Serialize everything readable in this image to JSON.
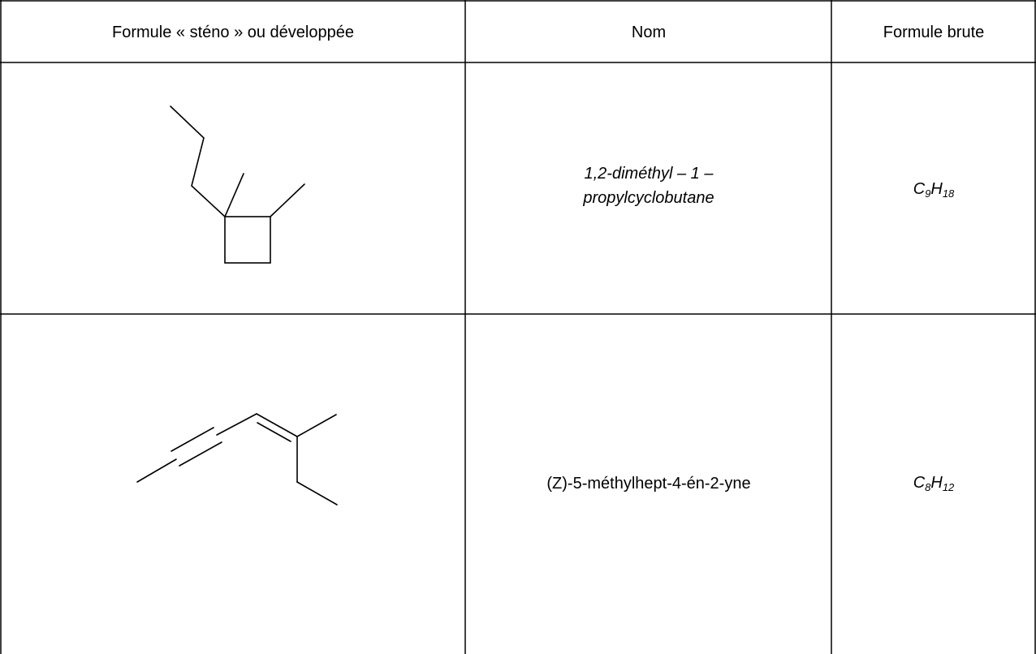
{
  "table": {
    "headers": [
      "Formule « sténo » ou développée",
      "Nom",
      "Formule brute"
    ],
    "rows": [
      {
        "structure_icon": "skeletal-formula-dimethylpropylcyclobutane",
        "name_lines": [
          "1,2-diméthyl – 1 –",
          "propylcyclobutane"
        ],
        "formula": {
          "c": "C",
          "c_sub": "9",
          "h": "H",
          "h_sub": "18"
        }
      },
      {
        "structure_icon": "skeletal-formula-methylheptenyne",
        "name_lines": [
          "(Z)-5-méthylhept-4-én-2-yne"
        ],
        "formula": {
          "c": "C",
          "c_sub": "8",
          "h": "H",
          "h_sub": "12"
        }
      }
    ]
  }
}
